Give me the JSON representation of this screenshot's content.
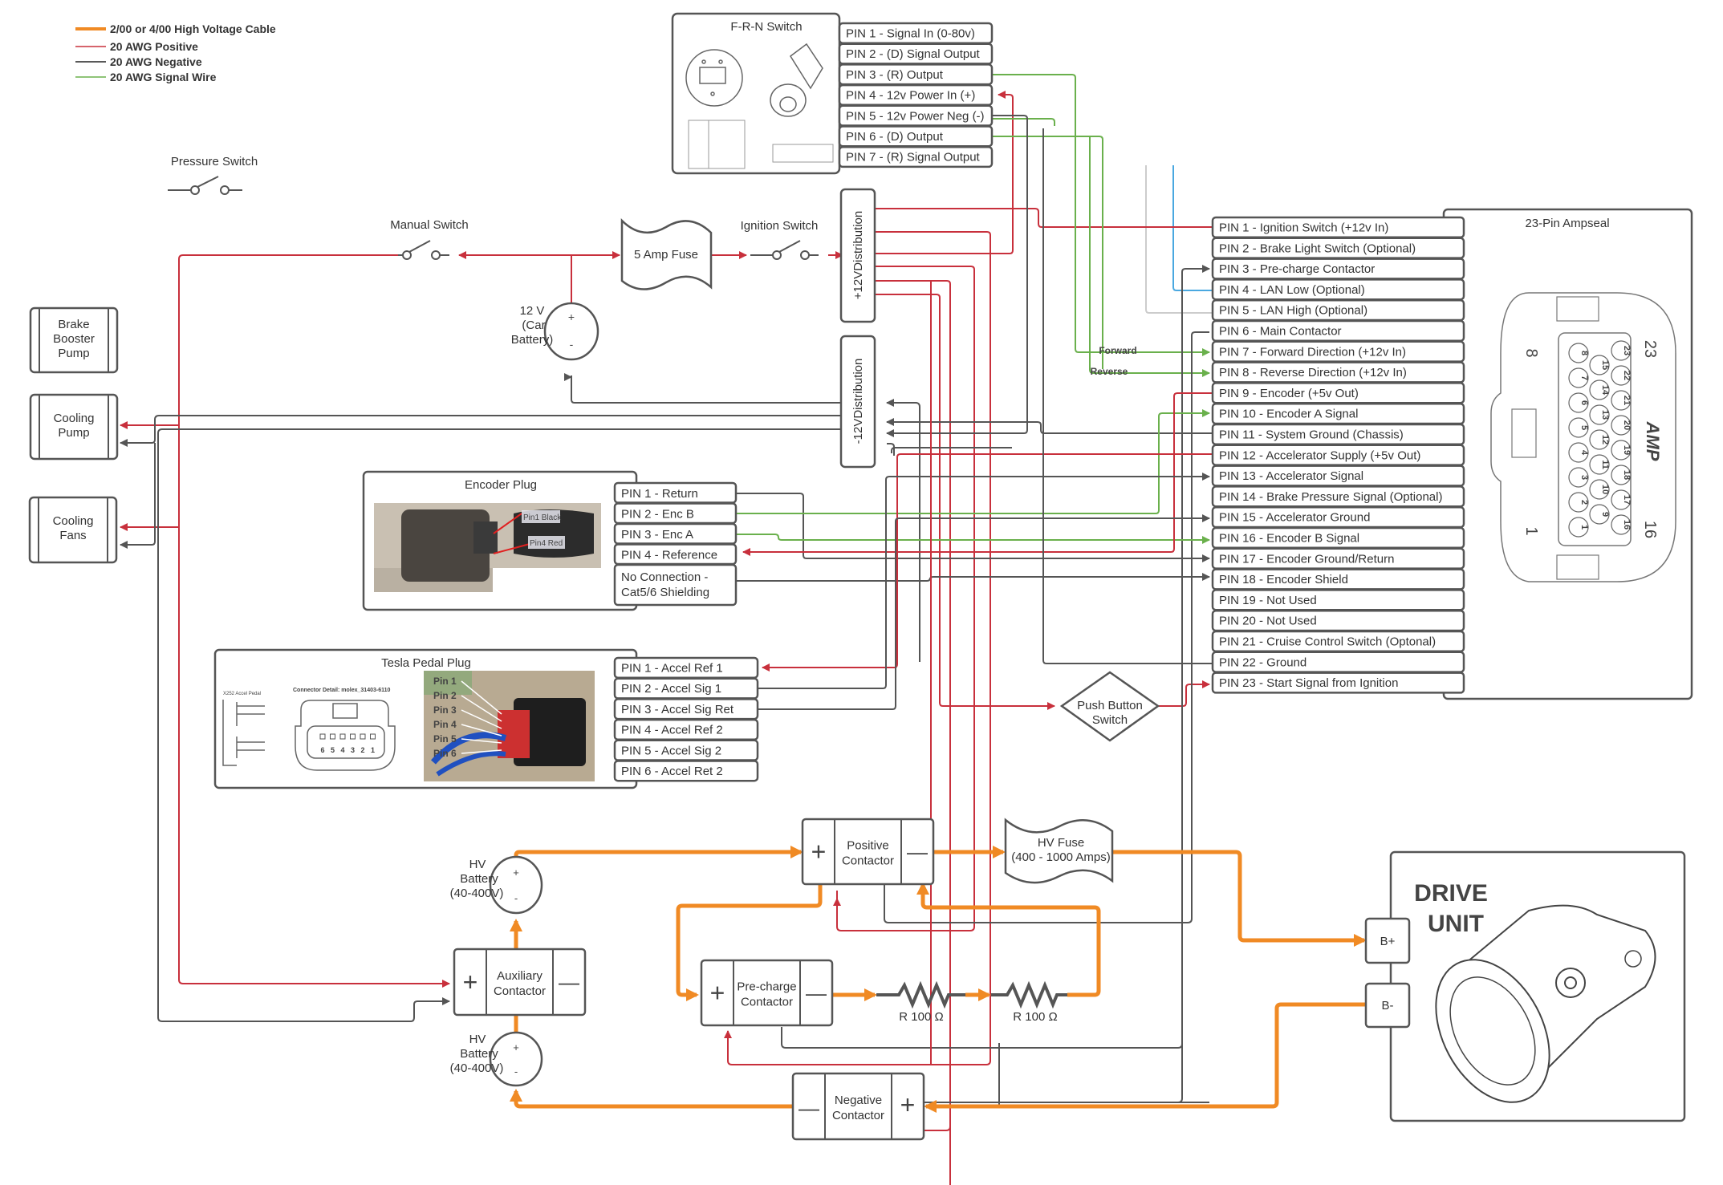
{
  "legend": [
    {
      "label": "2/00 or 4/00 High Voltage Cable",
      "color": "#f08a24"
    },
    {
      "label": "20 AWG Positive",
      "color": "#c8303c"
    },
    {
      "label": "20 AWG Negative",
      "color": "#333333"
    },
    {
      "label": "20 AWG Signal Wire",
      "color": "#6ab04c"
    }
  ],
  "frn_switch": {
    "title": "F-R-N Switch",
    "pins": [
      "PIN 1 - Signal In (0-80v)",
      "PIN 2 - (D) Signal Output",
      "PIN 3 - (R) Output",
      "PIN 4 - 12v Power In (+)",
      "PIN 5 - 12v Power Neg (-)",
      "PIN 6 - (D) Output",
      "PIN 7 - (R) Signal Output"
    ]
  },
  "ampseal": {
    "title": "23-Pin Ampseal",
    "pins": [
      "PIN 1 - Ignition Switch (+12v In)",
      "PIN 2 - Brake Light Switch (Optional)",
      "PIN 3 - Pre-charge Contactor",
      "PIN 4 - LAN Low (Optional)",
      "PIN 5 - LAN High (Optional)",
      "PIN 6 - Main Contactor",
      "PIN 7 - Forward Direction (+12v In)",
      "PIN 8 - Reverse Direction (+12v In)",
      "PIN 9 - Encoder (+5v Out)",
      "PIN 10 - Encoder A Signal",
      "PIN 11 - System Ground (Chassis)",
      "PIN 12 - Accelerator Supply (+5v Out)",
      "PIN 13 - Accelerator Signal",
      "PIN 14 - Brake Pressure Signal (Optional)",
      "PIN 15 - Accelerator Ground",
      "PIN 16 - Encoder B Signal",
      "PIN 17 - Encoder Ground/Return",
      "PIN 18 - Encoder Shield",
      "PIN 19 - Not Used",
      "PIN 20 - Not Used",
      "PIN 21 - Cruise Control Switch (Optonal)",
      "PIN 22 - Ground",
      "PIN 23 - Start Signal from Ignition"
    ],
    "connector_side_labels": {
      "top_left": "8",
      "top_right": "23",
      "bottom_left": "1",
      "bottom_right": "16",
      "brand": "AMP"
    },
    "cavity_col1": [
      "8",
      "7",
      "6",
      "5",
      "4",
      "3",
      "2",
      "1"
    ],
    "cavity_col2": [
      "15",
      "14",
      "13",
      "12",
      "11",
      "10",
      "9"
    ],
    "cavity_col3": [
      "23",
      "22",
      "21",
      "20",
      "19",
      "18",
      "17",
      "16"
    ]
  },
  "encoder_plug": {
    "title": "Encoder Plug",
    "photo_labels": [
      "Pin1 Black",
      "Pin4 Red"
    ],
    "pins": [
      "PIN 1 - Return",
      "PIN 2 - Enc B",
      "PIN 3 - Enc A",
      "PIN 4 - Reference",
      "No Connection - Cat5/6 Shielding"
    ],
    "pin5_line1": "No Connection -",
    "pin5_line2": "Cat5/6 Shielding"
  },
  "tesla_pedal_plug": {
    "title": "Tesla Pedal Plug",
    "schematic_label": "X252 Accel Pedal",
    "connector_detail": "Connector Detail: molex_31403-6110",
    "connector_pin_numbers": [
      "6",
      "5",
      "4",
      "3",
      "2",
      "1"
    ],
    "photo_labels": [
      "Pin 1",
      "Pin 2",
      "Pin 3",
      "Pin 4",
      "Pin 5",
      "Pin 6"
    ],
    "pins": [
      "PIN 1 - Accel Ref 1",
      "PIN 2 - Accel Sig 1",
      "PIN 3 - Accel Sig Ret",
      "PIN 4 - Accel Ref 2",
      "PIN 5 - Accel Sig 2",
      "PIN 6 - Accel Ret 2"
    ]
  },
  "components": {
    "pressure_switch": "Pressure Switch",
    "manual_switch": "Manual Switch",
    "fuse_5a": "5 Amp Fuse",
    "ignition_switch": "Ignition Switch",
    "battery_12v": {
      "line1": "12 V",
      "line2": "(Car",
      "line3": "Battery)",
      "plus": "+",
      "minus": "-"
    },
    "pos_dist": "+12VDistribution",
    "neg_dist": "-12VDistribution",
    "brake_booster": [
      "Brake",
      "Booster",
      "Pump"
    ],
    "cooling_pump": [
      "Cooling",
      "Pump"
    ],
    "cooling_fans": [
      "Cooling",
      "Fans"
    ],
    "push_button": [
      "Push Button",
      "Switch"
    ],
    "forward_label": "Forward",
    "reverse_label": "Reverse",
    "hv_battery": {
      "line1": "HV",
      "line2": "Battery",
      "line3": "(40-400V)",
      "plus": "+",
      "minus": "-"
    },
    "positive_contactor": [
      "Positive",
      "Contactor"
    ],
    "auxiliary_contactor": [
      "Auxiliary",
      "Contactor"
    ],
    "precharge_contactor": [
      "Pre-charge",
      "Contactor"
    ],
    "negative_contactor": [
      "Negative",
      "Contactor"
    ],
    "contactor_plus": "+",
    "contactor_minus": "—",
    "hv_fuse": [
      "HV Fuse",
      "(400 - 1000 Amps)"
    ],
    "resistor_1": "R 100 Ω",
    "resistor_2": "R 100 Ω",
    "drive_unit": [
      "DRIVE",
      "UNIT"
    ],
    "b_plus": "B+",
    "b_minus": "B-"
  }
}
